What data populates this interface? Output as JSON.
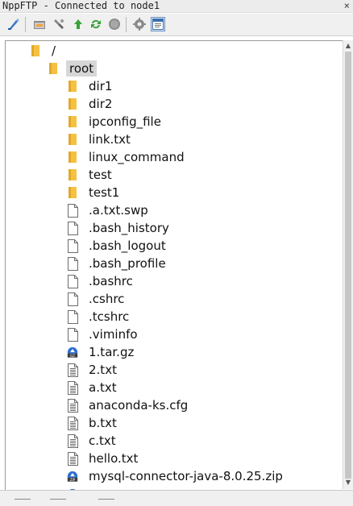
{
  "title": {
    "app": "NppFTP",
    "separator": "-",
    "status": "Connected to node1",
    "text": "NppFTP - Connected to node1"
  },
  "toolbar": {
    "buttons": [
      {
        "name": "connect",
        "icon": "connect-icon"
      },
      {
        "name": "open-directory",
        "icon": "folder-open-icon"
      },
      {
        "name": "download",
        "icon": "download-icon"
      },
      {
        "name": "upload",
        "icon": "upload-arrow-icon"
      },
      {
        "name": "refresh",
        "icon": "refresh-icon"
      },
      {
        "name": "abort",
        "icon": "stop-icon"
      },
      {
        "name": "settings",
        "icon": "gear-icon"
      },
      {
        "name": "message-window",
        "icon": "message-window-icon",
        "active": true
      }
    ]
  },
  "tree": {
    "root": {
      "label": "/"
    },
    "home": {
      "label": "root",
      "selected": true
    },
    "items": [
      {
        "label": "dir1",
        "kind": "folder"
      },
      {
        "label": "dir2",
        "kind": "folder"
      },
      {
        "label": "ipconfig_file",
        "kind": "folder"
      },
      {
        "label": "link.txt",
        "kind": "folder"
      },
      {
        "label": "linux_command",
        "kind": "folder"
      },
      {
        "label": "test",
        "kind": "folder"
      },
      {
        "label": "test1",
        "kind": "folder"
      },
      {
        "label": ".a.txt.swp",
        "kind": "file"
      },
      {
        "label": ".bash_history",
        "kind": "file"
      },
      {
        "label": ".bash_logout",
        "kind": "file"
      },
      {
        "label": ".bash_profile",
        "kind": "file"
      },
      {
        "label": ".bashrc",
        "kind": "file"
      },
      {
        "label": ".cshrc",
        "kind": "file"
      },
      {
        "label": ".tcshrc",
        "kind": "file"
      },
      {
        "label": ".viminfo",
        "kind": "file"
      },
      {
        "label": "1.tar.gz",
        "kind": "gz"
      },
      {
        "label": "2.txt",
        "kind": "text"
      },
      {
        "label": "a.txt",
        "kind": "text"
      },
      {
        "label": "anaconda-ks.cfg",
        "kind": "text"
      },
      {
        "label": "b.txt",
        "kind": "text"
      },
      {
        "label": "c.txt",
        "kind": "text"
      },
      {
        "label": "hello.txt",
        "kind": "text"
      },
      {
        "label": "mysql-connector-java-8.0.25.zip",
        "kind": "zip"
      }
    ]
  },
  "colors": {
    "folder": "#f6c142",
    "folder_dark": "#e0a92a",
    "selection": "#d7d7d7",
    "archive_badge": "#2f6fd0"
  }
}
